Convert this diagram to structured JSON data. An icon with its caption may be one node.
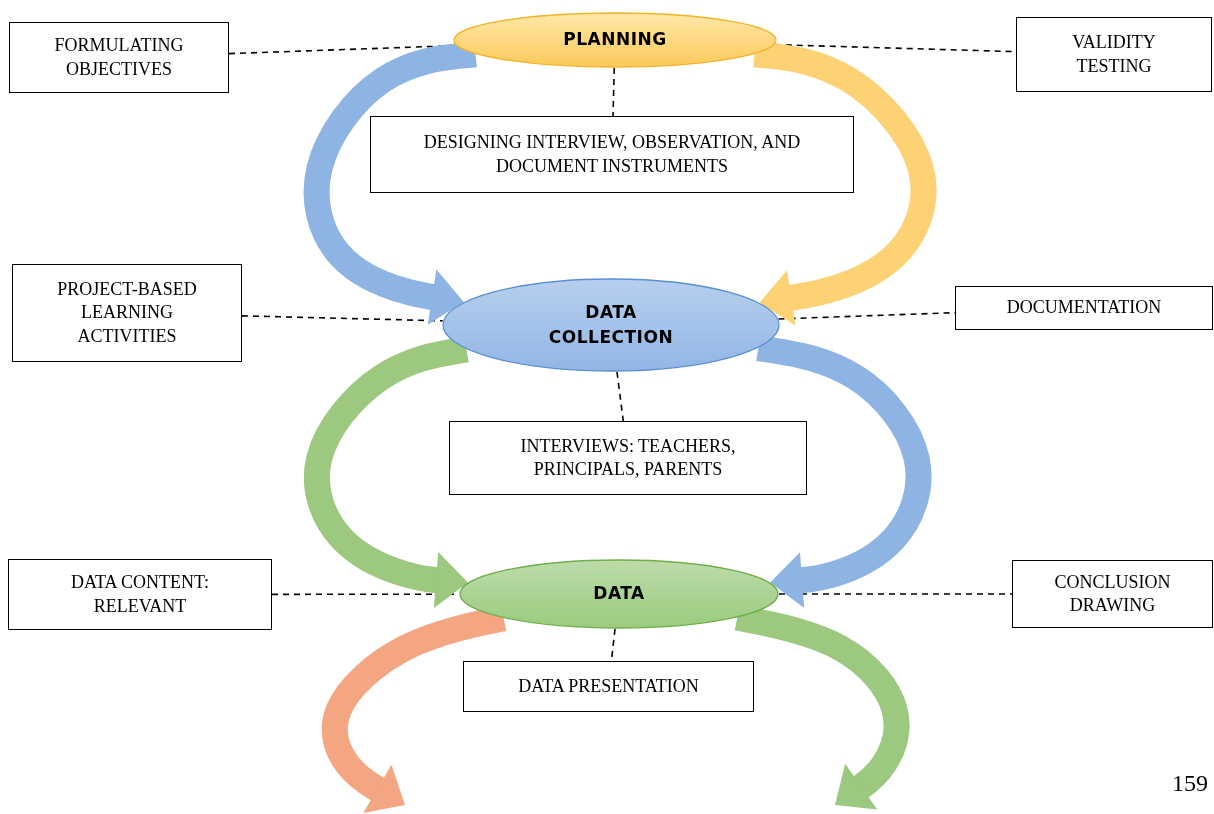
{
  "diagram": {
    "nodes": [
      {
        "text": [
          "PLANNING"
        ]
      },
      {
        "text": [
          "FORMULATING OBJECTIVES"
        ]
      },
      {
        "text": [
          "VALIDITY TESTING"
        ]
      },
      {
        "text": [
          "DESIGNING INTERVIEW, OBSERVATION, AND DOCUMENT INSTRUMENTS"
        ]
      },
      {
        "text": [
          "DATA COLLECTION"
        ]
      },
      {
        "text": [
          "PROJECT-BASED LEARNING ACTIVITIES"
        ]
      },
      {
        "text": [
          "DOCUMENTATION"
        ]
      },
      {
        "text": [
          "INTERVIEWS: TEACHERS, PRINCIPALS, PARENTS"
        ]
      },
      {
        "text": [
          "DATA"
        ]
      },
      {
        "text": [
          "DATA CONTENT: RELEVANT"
        ]
      },
      {
        "text": [
          "CONCLUSION DRAWING"
        ]
      },
      {
        "text": [
          "DATA PRESENTATION"
        ]
      }
    ],
    "edges": [
      {
        "from": 1,
        "to": 0,
        "arrow": "none",
        "style": "dashed"
      },
      {
        "from": 0,
        "to": 2,
        "arrow": "none",
        "style": "dashed"
      },
      {
        "from": 0,
        "to": 3,
        "arrow": "none",
        "style": "dashed"
      },
      {
        "from": 5,
        "to": 4,
        "arrow": "none",
        "style": "dashed"
      },
      {
        "from": 4,
        "to": 6,
        "arrow": "none",
        "style": "dashed"
      },
      {
        "from": 4,
        "to": 7,
        "arrow": "none",
        "style": "dashed"
      },
      {
        "from": 9,
        "to": 8,
        "arrow": "none",
        "style": "dashed"
      },
      {
        "from": 8,
        "to": 10,
        "arrow": "none",
        "style": "dashed"
      },
      {
        "from": 8,
        "to": 11,
        "arrow": "none",
        "style": "dashed"
      },
      {
        "from": 0,
        "to": 4,
        "arrow": "to",
        "style": "thick",
        "color": "#8eb4e3"
      },
      {
        "from": 0,
        "to": 4,
        "arrow": "to",
        "style": "thick",
        "color": "#fdd275"
      },
      {
        "from": 4,
        "to": 8,
        "arrow": "to",
        "style": "thick",
        "color": "#9cc87f"
      },
      {
        "from": 4,
        "to": 8,
        "arrow": "to",
        "style": "thick",
        "color": "#8eb4e3"
      },
      {
        "from": 8,
        "to": null,
        "arrow": "to",
        "style": "thick",
        "color": "#f4a582"
      },
      {
        "from": 8,
        "to": null,
        "arrow": "to",
        "style": "thick",
        "color": "#9cc87f"
      }
    ],
    "labels": [
      "159"
    ]
  }
}
